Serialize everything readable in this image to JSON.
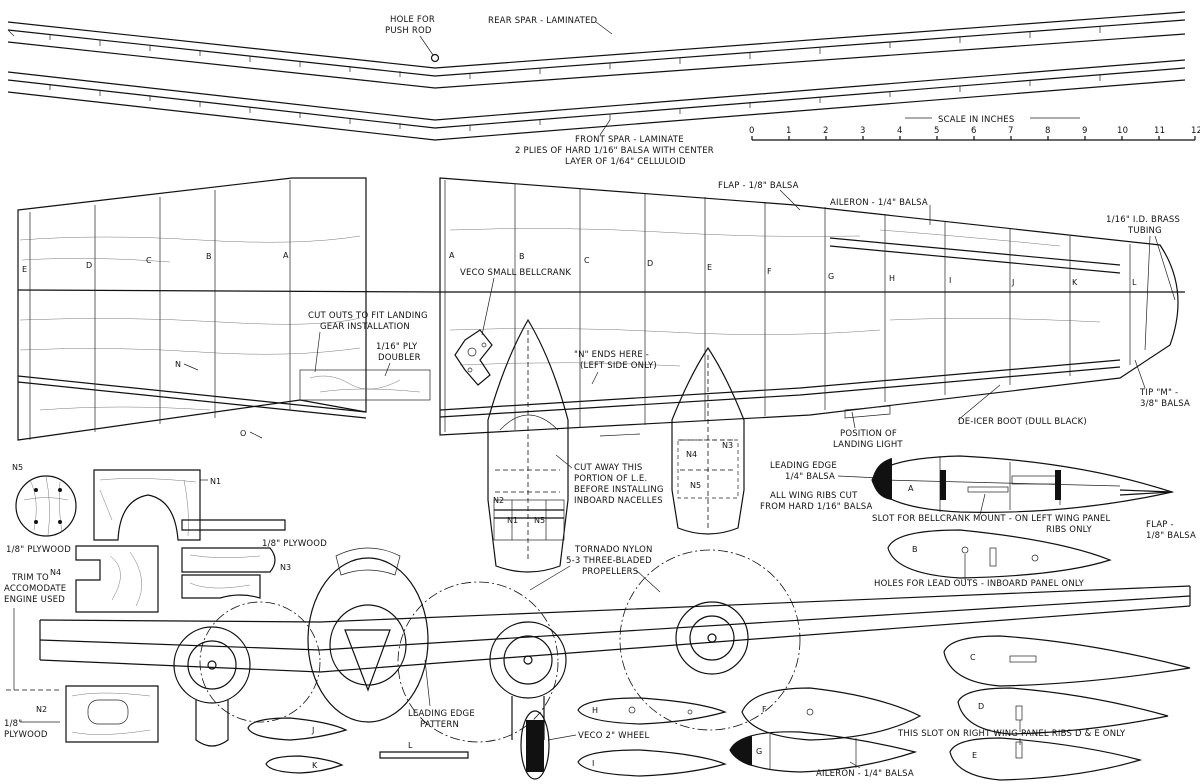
{
  "labels": {
    "hole_push_rod_1": "HOLE FOR",
    "hole_push_rod_2": "PUSH ROD",
    "rear_spar": "REAR SPAR - LAMINATED",
    "front_spar_1": "FRONT SPAR - LAMINATE",
    "front_spar_2": "2 PLIES OF HARD 1/16\" BALSA WITH CENTER",
    "front_spar_3": "LAYER OF 1/64\" CELLULOID",
    "scale_title": "SCALE IN INCHES",
    "flap": "FLAP - 1/8\" BALSA",
    "aileron_top": "AILERON - 1/4\" BALSA",
    "brass_1": "1/16\" I.D. BRASS",
    "brass_2": "TUBING",
    "bellcrank": "VECO SMALL BELLCRANK",
    "cutouts_1": "CUT OUTS TO FIT LANDING",
    "cutouts_2": "GEAR INSTALLATION",
    "ply_doubler_1": "1/16\" PLY",
    "ply_doubler_2": "DOUBLER",
    "n_ends_1": "\"N\" ENDS HERE -",
    "n_ends_2": "(LEFT SIDE ONLY)",
    "tip_m_1": "TIP \"M\" -",
    "tip_m_2": "3/8\" BALSA",
    "deicer": "DE-ICER BOOT (DULL BLACK)",
    "landing_light_1": "POSITION OF",
    "landing_light_2": "LANDING LIGHT",
    "leading_edge_1": "LEADING EDGE",
    "leading_edge_2": "1/4\" BALSA",
    "all_ribs_1": "ALL WING RIBS CUT",
    "all_ribs_2": "FROM HARD 1/16\" BALSA",
    "cut_away_1": "CUT AWAY THIS",
    "cut_away_2": "PORTION OF L.E.",
    "cut_away_3": "BEFORE INSTALLING",
    "cut_away_4": "INBOARD NACELLES",
    "slot_bellcrank_1": "SLOT FOR BELLCRANK MOUNT - ON LEFT WING PANEL",
    "slot_bellcrank_2": "RIBS ONLY",
    "flap_rib_1": "FLAP -",
    "flap_rib_2": "1/8\" BALSA",
    "holes_leadouts": "HOLES FOR LEAD OUTS - INBOARD PANEL ONLY",
    "ply_18_a": "1/8\" PLYWOOD",
    "ply_18_b": "1/8\" PLYWOOD",
    "ply_18_c_1": "1/8\"",
    "ply_18_c_2": "PLYWOOD",
    "trim_1": "TRIM TO",
    "trim_2": "ACCOMODATE",
    "trim_3": "ENGINE USED",
    "tornado_1": "TORNADO NYLON",
    "tornado_2": "5-3 THREE-BLADED",
    "tornado_3": "PROPELLERS",
    "le_pattern_1": "LEADING EDGE",
    "le_pattern_2": "PATTERN",
    "veco_wheel": "VECO 2\" WHEEL",
    "slot_right": "THIS SLOT ON RIGHT WING PANEL RIBS D & E ONLY",
    "aileron_bottom": "AILERON - 1/4\" BALSA"
  },
  "scale_ticks": [
    "0",
    "1",
    "2",
    "3",
    "4",
    "5",
    "6",
    "7",
    "8",
    "9",
    "10",
    "11",
    "12"
  ],
  "rib_letters_left": [
    "E",
    "D",
    "C",
    "B",
    "A"
  ],
  "rib_letters_right": [
    "A",
    "B",
    "C",
    "D",
    "E",
    "F",
    "G",
    "H",
    "I",
    "J",
    "K",
    "L"
  ],
  "part_codes": {
    "n": "N",
    "o": "O",
    "n1": "N1",
    "n2": "N2",
    "n3": "N3",
    "n4": "N4",
    "n5": "N5"
  },
  "rib_pattern_letters": [
    "A",
    "B",
    "C",
    "D",
    "E",
    "F",
    "G",
    "H",
    "I",
    "J",
    "K",
    "L"
  ]
}
